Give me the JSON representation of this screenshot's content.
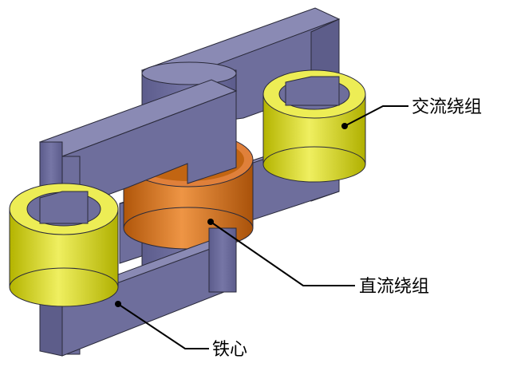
{
  "labels": {
    "ac_winding": "交流绕组",
    "dc_winding": "直流绕组",
    "core": "铁心"
  },
  "colors": {
    "core_front": "#6e6e9c",
    "core_top": "#8a8ab4",
    "core_side": "#5d5d8a",
    "core_dark": "#4b4b74",
    "ac_winding": "#d8d800",
    "ac_winding_light": "#eded55",
    "ac_winding_dark": "#a8a800",
    "dc_winding": "#d36b10",
    "dc_winding_light": "#ec9240",
    "dc_winding_dark": "#9e4e08",
    "outline": "#2a2a3a",
    "leader": "#000000"
  }
}
